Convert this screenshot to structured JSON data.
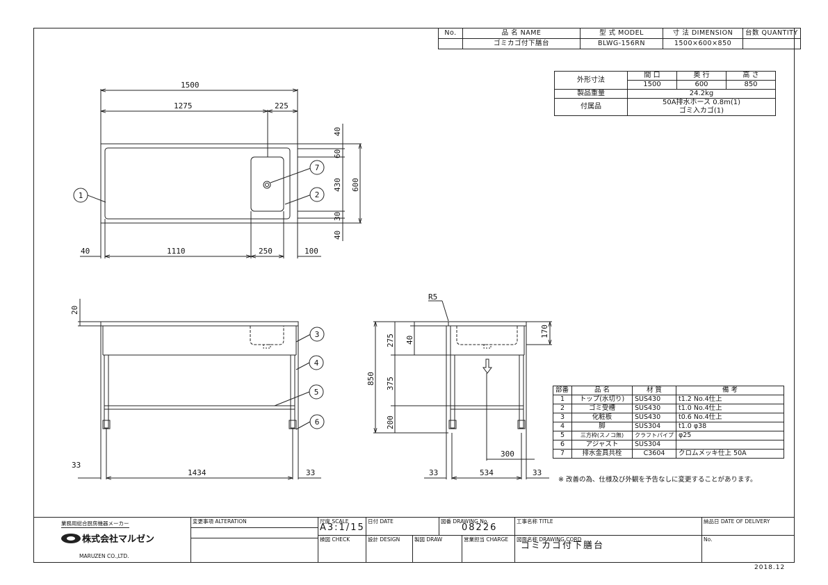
{
  "header": {
    "no_label": "No.",
    "name_label": "品 名 NAME",
    "model_label": "型 式 MODEL",
    "dim_label": "寸 法 DIMENSION",
    "qty_label": "台数 QUANTITY",
    "name": "ゴミカゴ付下膳台",
    "model": "BLWG-156RN",
    "dimension": "1500×600×850"
  },
  "spec": {
    "outer_label": "外形寸法",
    "width_label": "間 口",
    "depth_label": "奥 行",
    "height_label": "高 さ",
    "width": "1500",
    "depth": "600",
    "height": "850",
    "weight_label": "製品重量",
    "weight": "24.2kg",
    "acc_label": "付属品",
    "acc1": "50A排水ホース 0.8m(1)",
    "acc2": "ゴミ入カゴ(1)"
  },
  "dims": {
    "top_total": "1500",
    "top_a": "1275",
    "top_b": "225",
    "bot_a": "40",
    "bot_b": "1110",
    "bot_c": "250",
    "bot_d": "100",
    "r_40a": "40",
    "r_60": "60",
    "r_430": "430",
    "r_30": "30",
    "r_40b": "40",
    "r_600": "600",
    "f_20": "20",
    "f_33a": "33",
    "f_1434": "1434",
    "f_33b": "33",
    "s_r5": "R5",
    "s_850": "850",
    "s_275": "275",
    "s_40": "40",
    "s_375": "375",
    "s_200": "200",
    "s_170": "170",
    "s_300": "300",
    "s_33a": "33",
    "s_534": "534",
    "s_33b": "33"
  },
  "balloons": [
    "1",
    "2",
    "3",
    "4",
    "5",
    "6",
    "7"
  ],
  "parts": {
    "headers": [
      "部番",
      "品 名",
      "材 質",
      "備 考"
    ],
    "rows": [
      [
        "1",
        "トップ(水切り)",
        "SUS430",
        "t1.2 No.4仕上"
      ],
      [
        "2",
        "ゴミ受槽",
        "SUS430",
        "t1.0 No.4仕上"
      ],
      [
        "3",
        "化粧板",
        "SUS430",
        "t0.6 No.4仕上"
      ],
      [
        "4",
        "脚",
        "SUS304",
        "t1.0 φ38"
      ],
      [
        "5",
        "三方枠(スノコ無)",
        "クラフトパイプ",
        "φ25"
      ],
      [
        "6",
        "アジャスト",
        "SUS304",
        ""
      ],
      [
        "7",
        "排水金具共栓",
        "C3604",
        "クロムメッキ仕上 50A"
      ]
    ]
  },
  "note": "※ 改善の為、仕様及び外観を予告なしに変更することがあります。",
  "titleblock": {
    "maker_tag": "業務用総合厨房機器メーカー",
    "company": "株式会社マルゼン",
    "company_en": "MARUZEN CO.,LTD.",
    "alteration": "変更事項 ALTERATION",
    "scale_label": "尺度 SCALE",
    "scale": "A3:1/15",
    "date_label": "日付 DATE",
    "drawing_no_label": "図番 DRAWING No.",
    "drawing_no": "08226",
    "title_label": "工事名称 TITLE",
    "delivery_label": "納品日 DATE OF DELIVERY",
    "check_label": "検図 CHECK",
    "design_label": "設計 DESIGN",
    "draw_label": "製図 DRAW",
    "charge_label": "営業担当 CHARGE",
    "cord_label": "図面名称 DRAWING CORD",
    "cord": "ゴミカゴ付下膳台",
    "no_label": "No."
  },
  "date": "2018.12"
}
